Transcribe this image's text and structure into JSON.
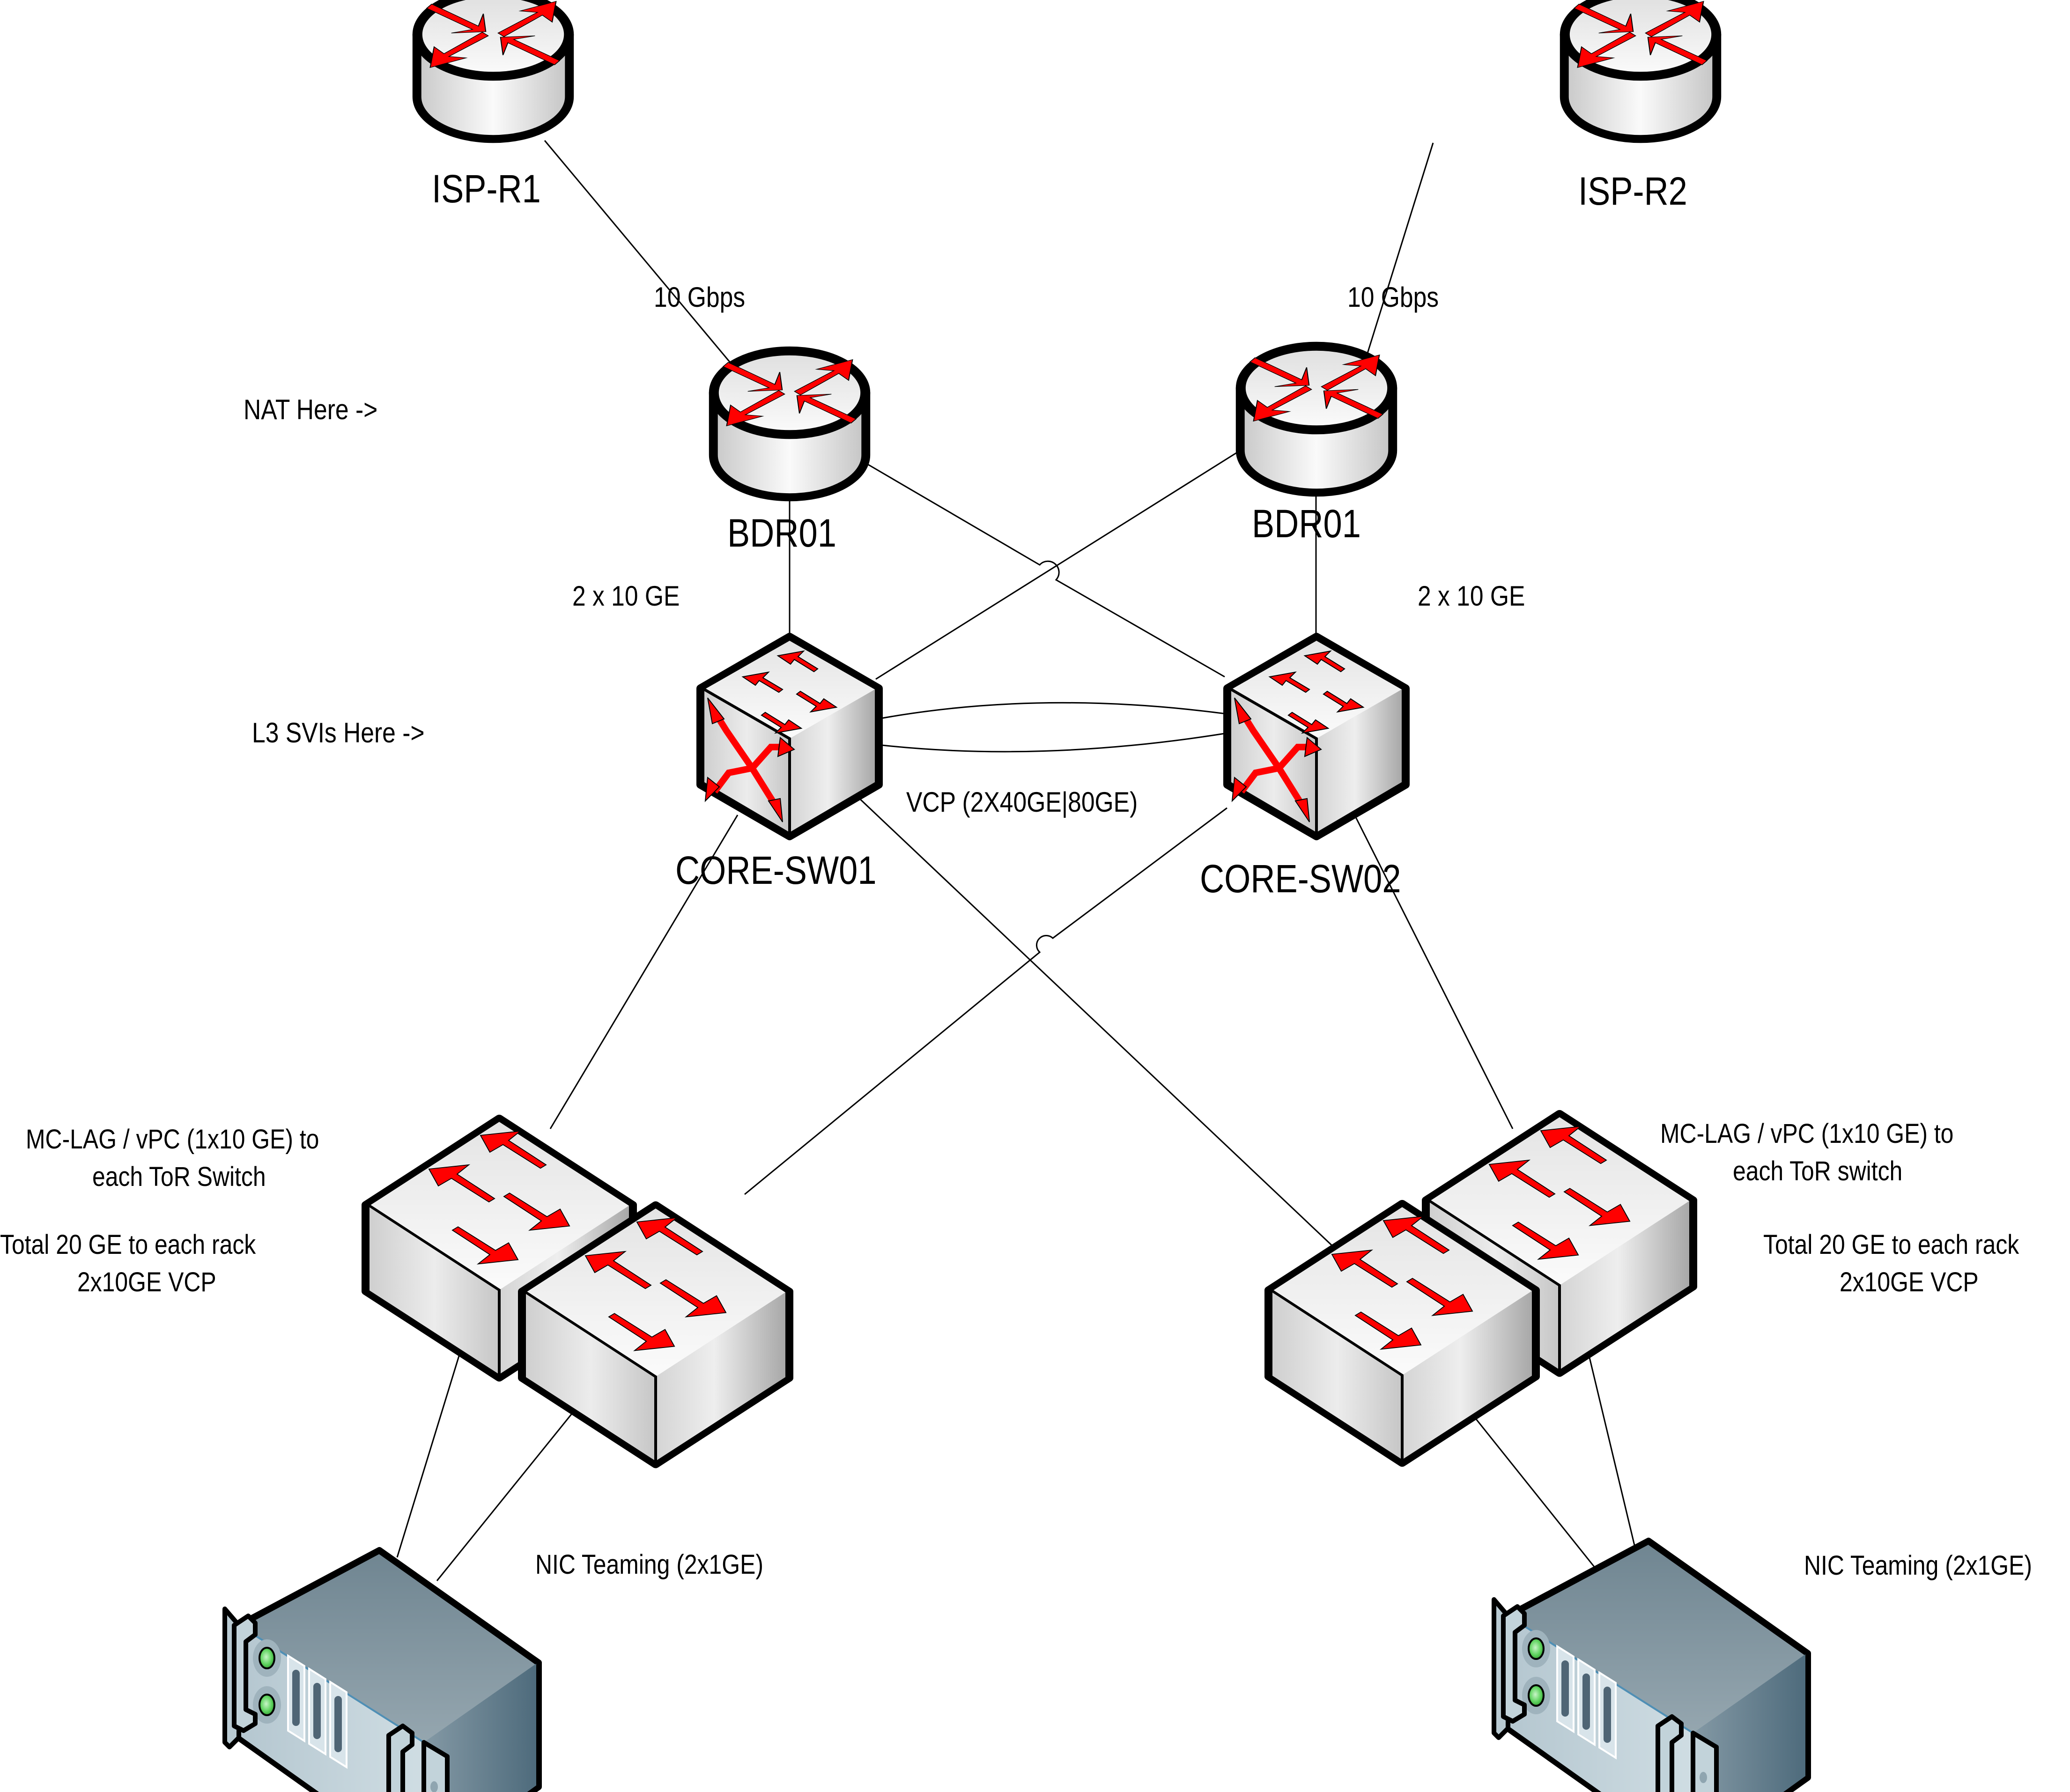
{
  "diagram": {
    "type": "network-topology",
    "colors": {
      "arrow_red": "#ff0000",
      "device_gray": "#e6e6e6",
      "device_outline": "#000000",
      "server_blue": "#7a929e",
      "led_green": "#5fd35f",
      "link": "#000000",
      "background": "#ffffff"
    },
    "nodes": {
      "isp_r1": {
        "label": "ISP-R1",
        "kind": "router",
        "icon": "router-icon"
      },
      "isp_r2": {
        "label": "ISP-R2",
        "kind": "router",
        "icon": "router-icon"
      },
      "bdr_left": {
        "label": "BDR01",
        "kind": "router",
        "icon": "router-icon"
      },
      "bdr_right": {
        "label": "BDR01",
        "kind": "router",
        "icon": "router-icon"
      },
      "core_sw01": {
        "label": "CORE-SW01",
        "kind": "l3-switch",
        "icon": "multilayer-switch-icon"
      },
      "core_sw02": {
        "label": "CORE-SW02",
        "kind": "l3-switch",
        "icon": "multilayer-switch-icon"
      },
      "tor_left_a": {
        "label": "",
        "kind": "switch",
        "icon": "switch-icon"
      },
      "tor_left_b": {
        "label": "",
        "kind": "switch",
        "icon": "switch-icon"
      },
      "tor_right_a": {
        "label": "",
        "kind": "switch",
        "icon": "switch-icon"
      },
      "tor_right_b": {
        "label": "",
        "kind": "switch",
        "icon": "switch-icon"
      },
      "server_left": {
        "label": "",
        "kind": "server",
        "icon": "rack-server-icon"
      },
      "server_right": {
        "label": "",
        "kind": "server",
        "icon": "rack-server-icon"
      }
    },
    "links": [
      {
        "from": "isp_r1",
        "to": "bdr_left",
        "label": "10 Gbps"
      },
      {
        "from": "isp_r2",
        "to": "bdr_right",
        "label": "10 Gbps"
      },
      {
        "from": "bdr_left",
        "to": "core_sw01",
        "label": "2 x 10 GE"
      },
      {
        "from": "bdr_right",
        "to": "core_sw02",
        "label": "2 x 10 GE"
      },
      {
        "from": "bdr_left",
        "to": "core_sw02",
        "label": ""
      },
      {
        "from": "bdr_right",
        "to": "core_sw01",
        "label": ""
      },
      {
        "from": "core_sw01",
        "to": "core_sw02",
        "label": "VCP (2X40GE|80GE)",
        "count": 2
      },
      {
        "from": "core_sw01",
        "to": "tor_left_a",
        "label": ""
      },
      {
        "from": "core_sw02",
        "to": "tor_left_b",
        "label": ""
      },
      {
        "from": "core_sw01",
        "to": "tor_right_a",
        "label": ""
      },
      {
        "from": "core_sw02",
        "to": "tor_right_b",
        "label": ""
      },
      {
        "from": "tor_left_a",
        "to": "server_left",
        "label": ""
      },
      {
        "from": "tor_left_b",
        "to": "server_left",
        "label": ""
      },
      {
        "from": "tor_right_a",
        "to": "server_right",
        "label": ""
      },
      {
        "from": "tor_right_b",
        "to": "server_right",
        "label": ""
      }
    ],
    "annotations": {
      "nat_here": "NAT Here ->",
      "l3_svis_here": "L3 SVIs Here ->",
      "link_isp1": "10 Gbps",
      "link_isp2": "10 Gbps",
      "bdr_core_left": "2 x 10 GE",
      "bdr_core_right": "2 x 10 GE",
      "vcp_core": "VCP (2X40GE|80GE)",
      "left_mclag_line1": "MC-LAG / vPC (1x10 GE) to",
      "left_mclag_line2": "each ToR Switch",
      "left_total_line1": "Total 20 GE to each rack",
      "left_total_line2": "2x10GE VCP",
      "right_mclag_line1": "MC-LAG / vPC  (1x10 GE) to",
      "right_mclag_line2": "each ToR switch",
      "right_total_line1": "Total 20 GE to each rack",
      "right_total_line2": "2x10GE VCP",
      "left_nic": "NIC Teaming (2x1GE)",
      "right_nic": "NIC Teaming (2x1GE)"
    }
  }
}
